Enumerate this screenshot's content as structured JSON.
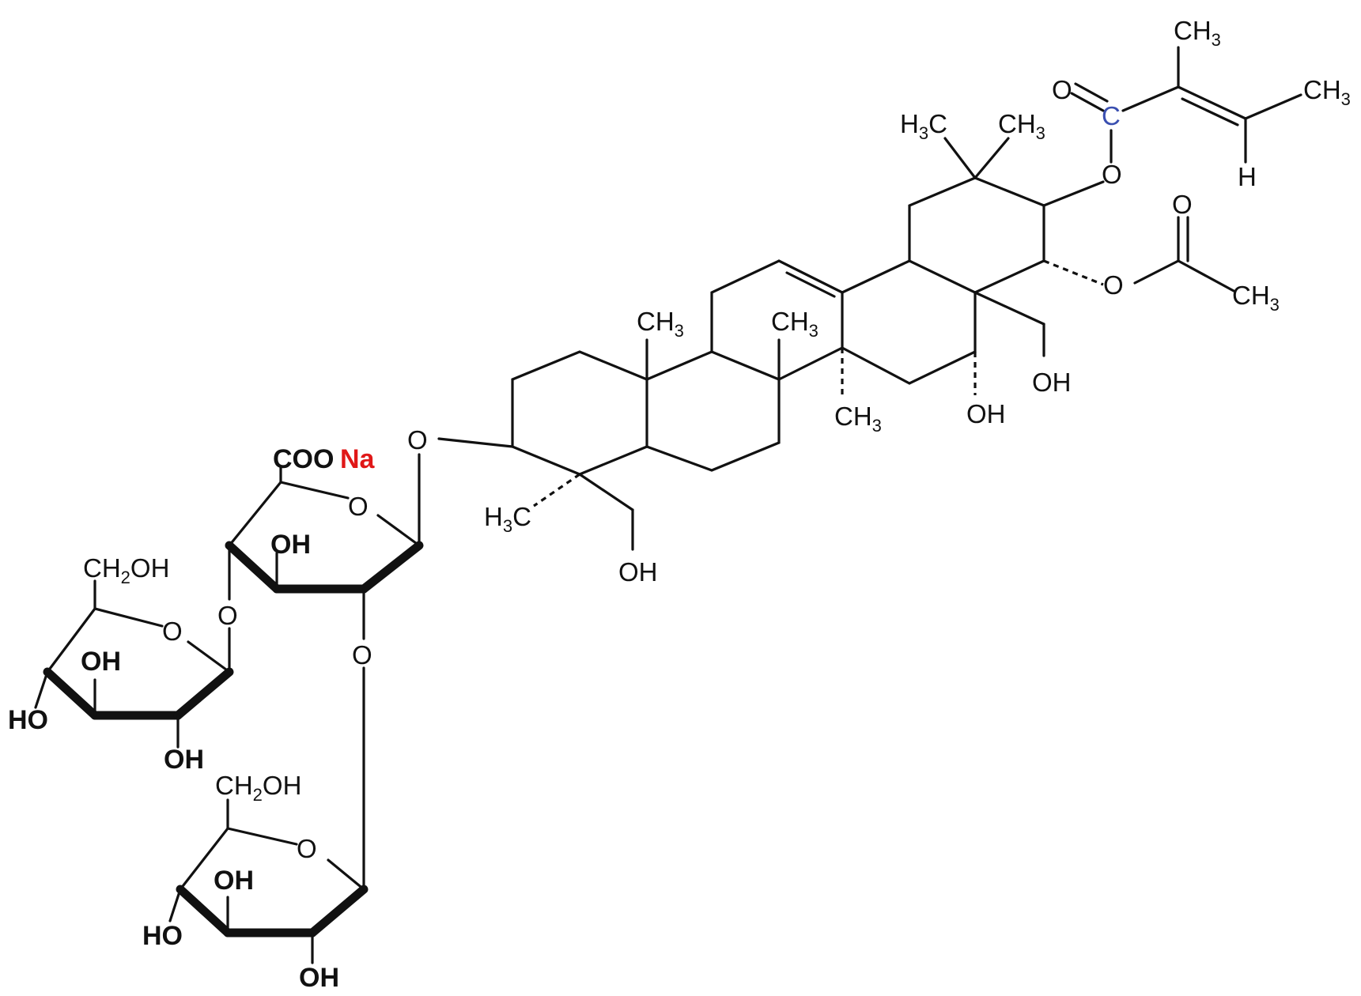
{
  "labels": {
    "ch3": "CH",
    "h3c": "H",
    "three": "3",
    "c_h3c": "C",
    "two": "2",
    "oh": "OH",
    "ho": "HO",
    "o": "O",
    "c": "C",
    "h": "H",
    "coo": "COO",
    "na": "Na",
    "ch2oh_a": "CH",
    "ch2oh_b": "OH"
  },
  "colors": {
    "bond": "#111111",
    "sodium": "#e01818",
    "carbonyl_c": "#3a4fb0"
  }
}
